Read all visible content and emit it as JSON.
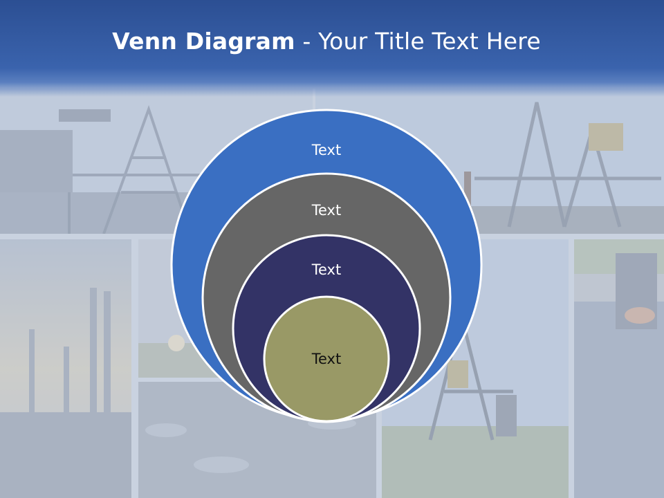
{
  "title": {
    "bold": "Venn Diagram",
    "rest": " - Your Title Text Here"
  },
  "rings": [
    {
      "label": "Text",
      "fill": "#3a6fc2",
      "text_color": "#ffffff"
    },
    {
      "label": "Text",
      "fill": "#666666",
      "text_color": "#ffffff"
    },
    {
      "label": "Text",
      "fill": "#333366",
      "text_color": "#ffffff"
    },
    {
      "label": "Text",
      "fill": "#999966",
      "text_color": "#111111"
    }
  ],
  "colors": {
    "header": "#2c4f93",
    "ring_stroke": "#ffffff",
    "photo_overlay": "#c9d2e0"
  }
}
